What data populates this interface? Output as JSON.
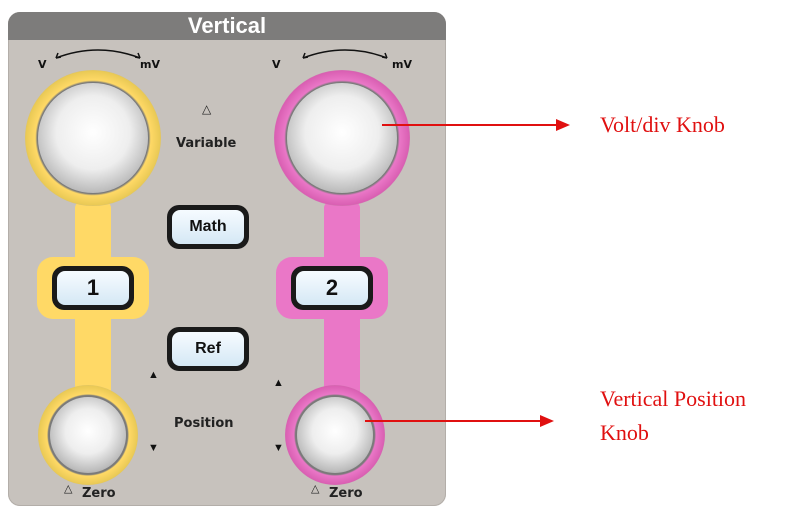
{
  "panel": {
    "title": "Vertical",
    "scale_left_v": "V",
    "scale_left_mv": "mV",
    "scale_right_v": "V",
    "scale_right_mv": "mV",
    "variable_label": "Variable",
    "position_label": "Position",
    "zero_left": "Zero",
    "zero_right": "Zero",
    "buttons": {
      "math": "Math",
      "ch1": "1",
      "ch2": "2",
      "ref": "Ref"
    },
    "colors": {
      "ch1": "#ffd966",
      "ch2": "#ea77c7",
      "panel": "#c7c2bd",
      "header": "#7d7c7b"
    }
  },
  "callouts": {
    "volt_div": "Volt/div Knob",
    "vertical_position": "Vertical Position Knob",
    "color": "#e01010"
  }
}
